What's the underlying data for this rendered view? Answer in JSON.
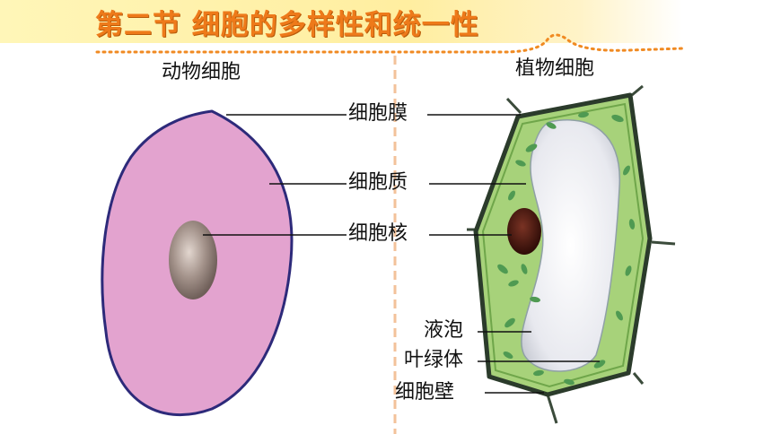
{
  "title": "第二节 细胞的多样性和统一性",
  "animal_label": "动物细胞",
  "plant_label": "植物细胞",
  "parts": {
    "membrane": "细胞膜",
    "cytoplasm": "细胞质",
    "nucleus": "细胞核",
    "vacuole": "液泡",
    "chloroplast": "叶绿体",
    "cell_wall": "细胞壁"
  },
  "colors": {
    "title": "#ee7a1a",
    "animal_fill": "#e3a3cf",
    "animal_outline": "#2d2a7a",
    "plant_cytoplasm": "#a7d27a",
    "plant_wall": "#2b3b2b",
    "chloroplast": "#4f9a52",
    "vacuole": "#e4e6ec",
    "nucleus_plant": "#4b1a12"
  }
}
